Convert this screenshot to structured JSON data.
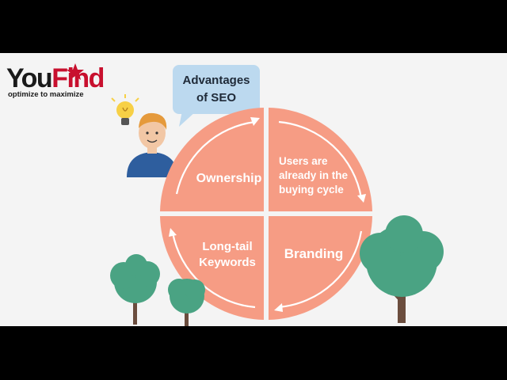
{
  "brand": {
    "name_part1": "You",
    "name_part2": "Find",
    "tagline": "optimize to maximize",
    "colors": {
      "dark": "#1a1a1a",
      "red": "#c8102e"
    }
  },
  "speech_bubble": {
    "line1": "Advantages",
    "line2": "of SEO"
  },
  "quadrants": {
    "top_left": {
      "lines": [
        "Ownership"
      ]
    },
    "top_right": {
      "lines": [
        "Users are",
        "already in the",
        "buying cycle"
      ]
    },
    "bottom_left": {
      "lines": [
        "Long-tail",
        "Keywords"
      ]
    },
    "bottom_right": {
      "lines": [
        "Branding"
      ]
    }
  },
  "colors": {
    "quadrant": "#f69c84",
    "background": "#f4f4f4",
    "bar": "#000000",
    "bubble": "#bcd9ef",
    "tree": "#4aa383",
    "trunk": "#6b4d3e",
    "shirt": "#2e5e9e",
    "skin": "#f2c7a5",
    "hair": "#e59a3c",
    "bulb": "#f7d046"
  },
  "icons": [
    "lightbulb-icon",
    "person-icon",
    "tree-icon"
  ]
}
